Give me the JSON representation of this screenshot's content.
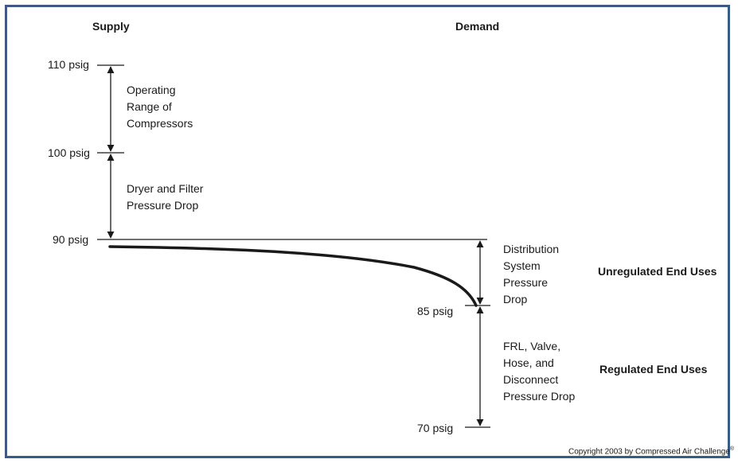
{
  "header": {
    "supply": "Supply",
    "demand": "Demand"
  },
  "pressures": {
    "p110": "110 psig",
    "p100": "100 psig",
    "p90": "90 psig",
    "p85": "85 psig",
    "p70": "70 psig"
  },
  "ranges": {
    "operating": [
      "Operating",
      "Range of",
      "Compressors"
    ],
    "dryer": [
      "Dryer and Filter",
      "Pressure Drop"
    ],
    "distribution": [
      "Distribution",
      "System",
      "Pressure",
      "Drop"
    ],
    "frl": [
      "FRL, Valve,",
      "Hose, and",
      "Disconnect",
      "Pressure Drop"
    ]
  },
  "end_uses": {
    "unregulated": "Unregulated End Uses",
    "regulated": "Regulated End Uses"
  },
  "copyright": {
    "text": "Copyright 2003 by Compressed Air Challenge",
    "mark": "®"
  },
  "colors": {
    "frame": "#3b5a86",
    "ink": "#1a1a1a"
  }
}
